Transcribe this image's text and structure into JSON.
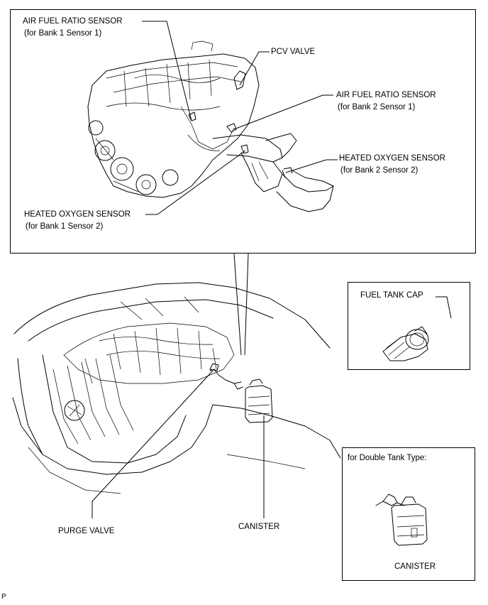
{
  "labels": {
    "af_bank1": {
      "title": "AIR FUEL RATIO SENSOR",
      "sub": "(for Bank 1 Sensor 1)"
    },
    "pcv": {
      "title": "PCV VALVE"
    },
    "af_bank2": {
      "title": "AIR FUEL RATIO SENSOR",
      "sub": "(for Bank 2 Sensor 1)"
    },
    "ho2_bank2": {
      "title": "HEATED OXYGEN SENSOR",
      "sub": "(for Bank 2 Sensor 2)"
    },
    "ho2_bank1": {
      "title": "HEATED OXYGEN SENSOR",
      "sub": "(for Bank 1 Sensor 2)"
    },
    "fuel_cap": {
      "title": "FUEL TANK CAP"
    },
    "purge": {
      "title": "PURGE VALVE"
    },
    "canister": {
      "title": "CANISTER"
    },
    "double_tank": {
      "heading": "for Double Tank Type:",
      "canister": "CANISTER"
    },
    "corner_mark": "P"
  }
}
